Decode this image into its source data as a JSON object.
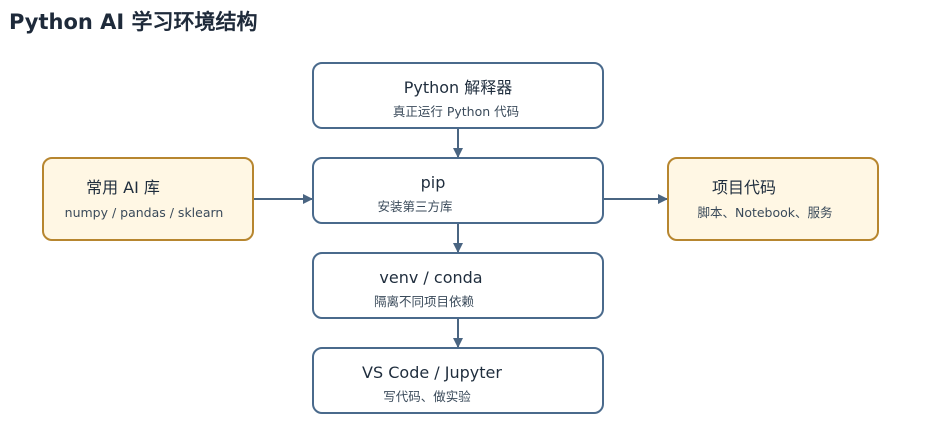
{
  "title": "Python AI 学习环境结构",
  "colors": {
    "node_fill": "#ffffff",
    "node_stroke": "#4a6a8c",
    "side_fill": "#fff7e4",
    "side_stroke": "#b7862f",
    "arrow": "#4a6582"
  },
  "nodes": {
    "python": {
      "title": "Python 解释器",
      "subtitle": "真正运行 Python 代码"
    },
    "pip": {
      "title": "pip",
      "subtitle": "安装第三方库"
    },
    "venv": {
      "title": "venv / conda",
      "subtitle": "隔离不同项目依赖"
    },
    "vscode": {
      "title": "VS Code / Jupyter",
      "subtitle": "写代码、做实验"
    },
    "libs": {
      "title": "常用 AI 库",
      "subtitle": "numpy / pandas / sklearn"
    },
    "project": {
      "title": "项目代码",
      "subtitle": "脚本、Notebook、服务"
    }
  }
}
